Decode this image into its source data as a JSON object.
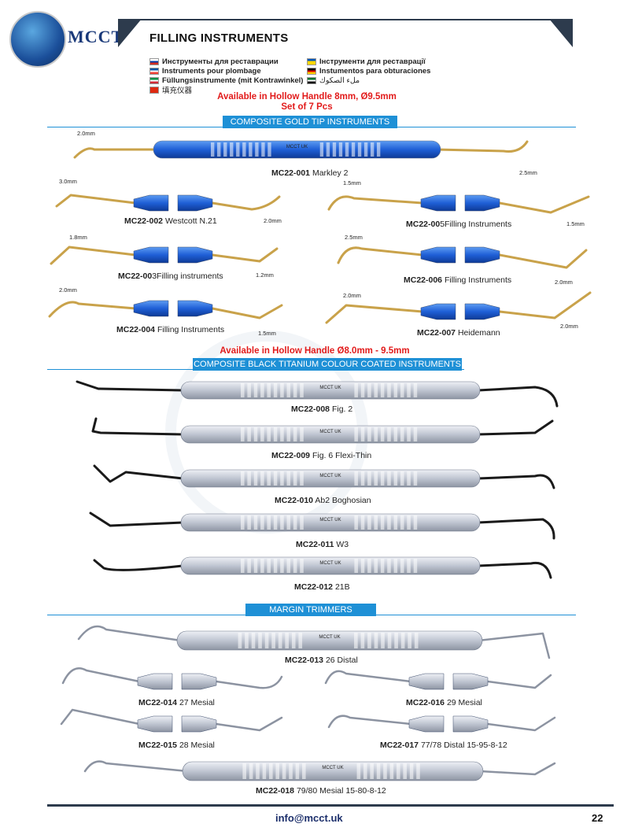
{
  "header": {
    "logo_text": "MCCT",
    "title": "FILLING INSTRUMENTS"
  },
  "languages": [
    {
      "text": "Инструменты для реставрации",
      "flag": [
        "#ffffff",
        "#0039a6",
        "#d52b1e"
      ]
    },
    {
      "text": "Instruments pour plombage",
      "flag": [
        "#0055a4",
        "#ffffff",
        "#ef4135"
      ]
    },
    {
      "text": "Füllungsinstrumente (mit Kontrawinkel)",
      "flag": [
        "#009246",
        "#ffffff",
        "#ce2b37"
      ]
    },
    {
      "text": "填充仪器",
      "flag": [
        "#de2910",
        "#de2910",
        "#de2910"
      ]
    },
    {
      "text": "Інструменти для реставрації",
      "flag": [
        "#0057b7",
        "#ffd700",
        "#ffd700"
      ]
    },
    {
      "text": "Instumentos para obturaciones",
      "flag": [
        "#000000",
        "#dd0000",
        "#ffce00"
      ]
    },
    {
      "text": "ملء الصكوك",
      "flag": [
        "#00732f",
        "#ffffff",
        "#000000"
      ]
    }
  ],
  "notes": {
    "avail_1": "Available in Hollow Handle 8mm, Ø9.5mm",
    "set": "Set of 7 Pcs",
    "avail_2": "Available in Hollow Handle Ø8.0mm - 9.5mm"
  },
  "sections": {
    "gold": "COMPOSITE GOLD TIP INSTRUMENTS",
    "black": "COMPOSITE BLACK TITANIUM COLOUR COATED INSTRUMENTS",
    "margin": "MARGIN TRIMMERS"
  },
  "handle_text": "MCCT UK",
  "products": {
    "p001": {
      "code": "MC22-001",
      "name": " Markley 2",
      "mm_l": "2.0mm",
      "mm_r": "2.5mm"
    },
    "p002": {
      "code": "MC22-002",
      "name": " Westcott N.21",
      "mm_l": "3.0mm",
      "mm_r": "2.0mm"
    },
    "p003": {
      "code": "MC22-00",
      "name": "3Filling instruments",
      "mm_l": "1.8mm",
      "mm_r": "1.2mm"
    },
    "p004": {
      "code": "MC22-004",
      "name": " Filling Instruments",
      "mm_l": "2.0mm",
      "mm_r": "1.5mm"
    },
    "p005": {
      "code": "MC22-00",
      "name": "5Filling Instruments",
      "mm_l": "1.5mm",
      "mm_r": "1.5mm"
    },
    "p006": {
      "code": "MC22-006",
      "name": " Filling Instruments",
      "mm_l": "2.5mm",
      "mm_r": "2.0mm"
    },
    "p007": {
      "code": "MC22-007",
      "name": " Heidemann",
      "mm_l": "2.0mm",
      "mm_r": "2.0mm"
    },
    "p008": {
      "code": "MC22-008",
      "name": " Fig. 2"
    },
    "p009": {
      "code": "MC22-009",
      "name": " Fig. 6 Flexi-Thin"
    },
    "p010": {
      "code": "MC22-010",
      "name": " Ab2 Boghosian"
    },
    "p011": {
      "code": "MC22-011",
      "name": " W3"
    },
    "p012": {
      "code": "MC22-012",
      "name": " 21B"
    },
    "p013": {
      "code": "MC22-013",
      "name": " 26 Distal"
    },
    "p014": {
      "code": "MC22-014",
      "name": " 27 Mesial"
    },
    "p015": {
      "code": "MC22-015",
      "name": " 28 Mesial"
    },
    "p016": {
      "code": "MC22-016",
      "name": " 29 Mesial"
    },
    "p017": {
      "code": "MC22-017",
      "name": " 77/78 Distal 15-95-8-12"
    },
    "p018": {
      "code": "MC22-018",
      "name": " 79/80 Mesial 15-80-8-12"
    }
  },
  "footer": {
    "email": "info@mcct.uk",
    "page": "22"
  },
  "colors": {
    "accent_blue": "#1e90d6",
    "red": "#e21b1b",
    "handle_blue": "#1f5fd6",
    "gold": "#c9a24a",
    "steel": "#c3c8d2",
    "black_tip": "#1a1a1a"
  }
}
